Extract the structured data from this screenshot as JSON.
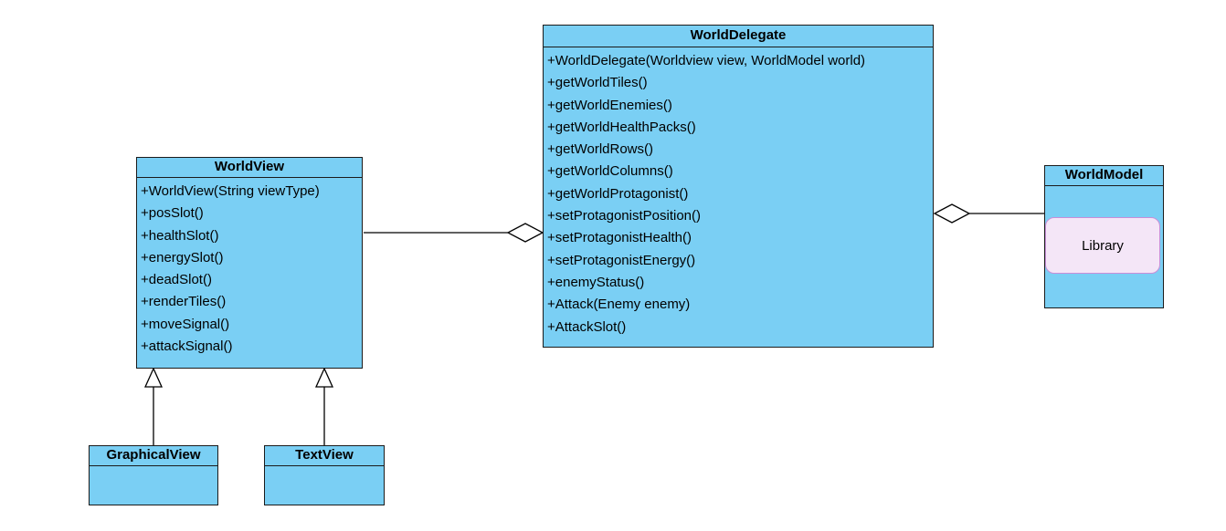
{
  "diagram": {
    "classes": {
      "world_delegate": {
        "name": "WorldDelegate",
        "operations": [
          "+WorldDelegate(Worldview view, WorldModel world)",
          "+getWorldTiles()",
          "+getWorldEnemies()",
          "+getWorldHealthPacks()",
          "+getWorldRows()",
          "+getWorldColumns()",
          "+getWorldProtagonist()",
          "+setProtagonistPosition()",
          "+setProtagonistHealth()",
          "+setProtagonistEnergy()",
          "+enemyStatus()",
          "+Attack(Enemy enemy)",
          "+AttackSlot()"
        ]
      },
      "world_view": {
        "name": "WorldView",
        "operations": [
          "+WorldView(String viewType)",
          "+posSlot()",
          "+healthSlot()",
          "+energySlot()",
          "+deadSlot()",
          "+renderTiles()",
          "+moveSignal()",
          "+attackSignal()"
        ]
      },
      "world_model": {
        "name": "WorldModel",
        "component": "Library"
      },
      "graphical_view": {
        "name": "GraphicalView"
      },
      "text_view": {
        "name": "TextView"
      }
    },
    "relationships": [
      {
        "type": "aggregation",
        "whole": "WorldDelegate",
        "part": "WorldView"
      },
      {
        "type": "aggregation",
        "whole": "WorldDelegate",
        "part": "WorldModel"
      },
      {
        "type": "generalization",
        "child": "GraphicalView",
        "parent": "WorldView"
      },
      {
        "type": "generalization",
        "child": "TextView",
        "parent": "WorldView"
      }
    ],
    "colors": {
      "class_fill": "#7acff4",
      "class_border": "#1b1b1b",
      "component_fill": "#f4e6f7",
      "component_border": "#c98ed8"
    }
  }
}
